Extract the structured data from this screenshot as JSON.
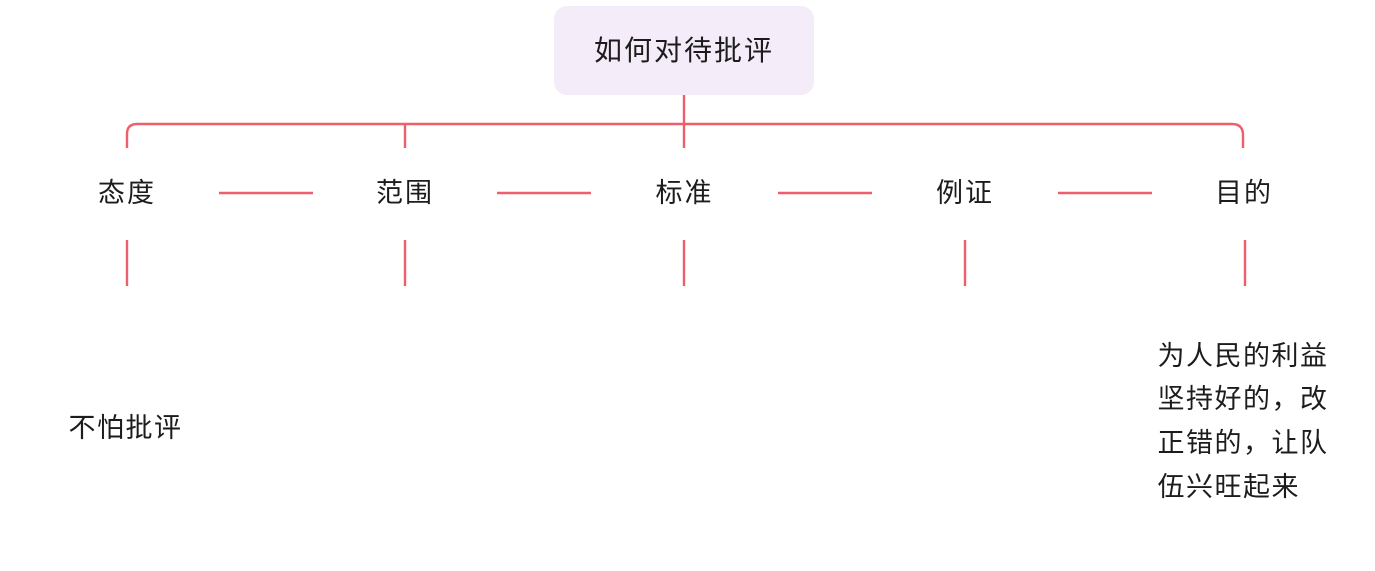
{
  "diagram": {
    "type": "tree",
    "title_node": {
      "id": "root",
      "text": "如何对待批评"
    },
    "level2": [
      {
        "id": "n-attitude",
        "text": "态度"
      },
      {
        "id": "n-scope",
        "text": "范围"
      },
      {
        "id": "n-standard",
        "text": "标准"
      },
      {
        "id": "n-example",
        "text": "例证"
      },
      {
        "id": "n-purpose",
        "text": "目的"
      }
    ],
    "level3": [
      {
        "id": "leaf-attitude",
        "text": "不怕批评"
      },
      {
        "id": "leaf-scope",
        "text": ""
      },
      {
        "id": "leaf-standard",
        "text": ""
      },
      {
        "id": "leaf-example",
        "text": ""
      },
      {
        "id": "leaf-purpose",
        "text": "为人民的利益\n坚持好的，改\n正错的，让队\n伍兴旺起来"
      }
    ],
    "colors": {
      "box_border": "#a77cc4",
      "root_fill": "#f4ecf9",
      "box_fill": "#ffffff",
      "connector": "#ef5f6b",
      "text": "#1c1c1c",
      "background": "#ffffff"
    }
  }
}
